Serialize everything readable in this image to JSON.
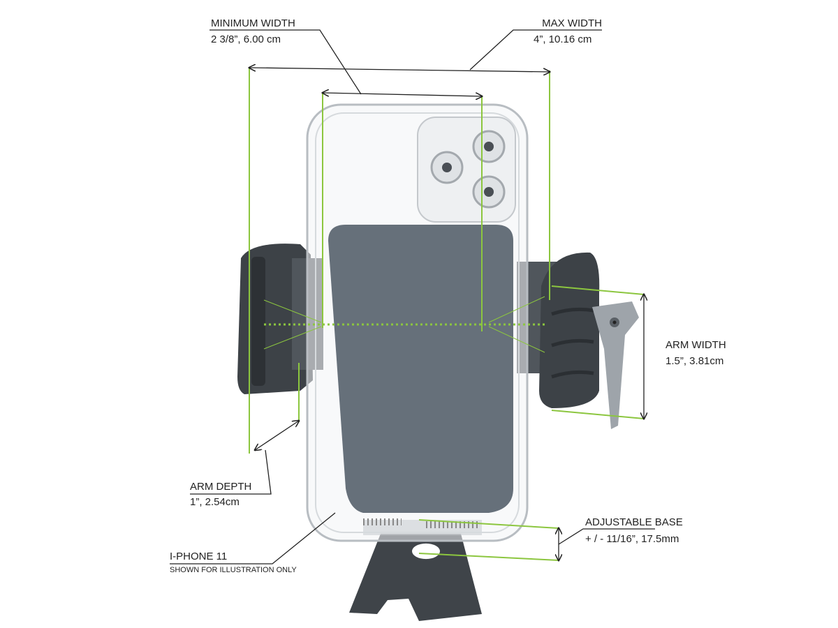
{
  "labels": {
    "min_width": {
      "title": "MINIMUM  WIDTH",
      "value": "2 3/8”, 6.00 cm"
    },
    "max_width": {
      "title": "MAX  WIDTH",
      "value": "4”, 10.16 cm"
    },
    "arm_width": {
      "title": "ARM WIDTH",
      "value": "1.5”,  3.81cm"
    },
    "arm_depth": {
      "title": "ARM DEPTH",
      "value": "1”,  2.54cm"
    },
    "phone": {
      "title": "I-PHONE 11",
      "note": "SHOWN FOR ILLUSTRATION ONLY"
    },
    "base": {
      "title": "ADJUSTABLE BASE",
      "value": "+ / - 11/16”, 17.5mm"
    }
  },
  "colors": {
    "accent": "#8cc63f",
    "dimension": "#222222",
    "mount": "#4a4f55",
    "pad": "#66707a"
  }
}
